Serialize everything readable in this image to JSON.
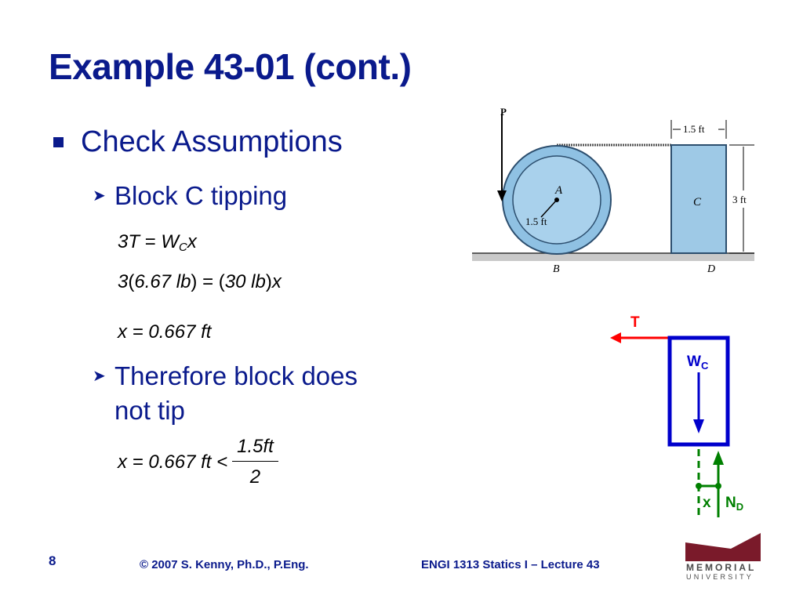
{
  "title": "Example 43-01 (cont.)",
  "bullet1": "Check Assumptions",
  "sub1": "Block C tipping",
  "eq1": {
    "a": "3T",
    "op": "=",
    "w": "W",
    "c": "C",
    "x": "x"
  },
  "eq2": {
    "a": "3",
    "b": "6.67 lb",
    "op": "=",
    "c": "30 lb",
    "x": "x"
  },
  "eq3": "x = 0.667 ft",
  "sub2_line1": "Therefore block does",
  "sub2_line2": "not tip",
  "eq4": {
    "lhs": "x = 0.667 ft <",
    "num": "1.5ft",
    "den": "2"
  },
  "figure1": {
    "P": "P",
    "A": "A",
    "radius": "1.5 ft",
    "width": "1.5 ft",
    "height": "3 ft",
    "C": "C",
    "B": "B",
    "D": "D"
  },
  "figure2": {
    "T": "T",
    "W": "W",
    "Wsub": "C",
    "x": "x",
    "N": "N",
    "Nsub": "D"
  },
  "footer": {
    "page": "8",
    "copyright": "© 2007 S. Kenny, Ph.D., P.Eng.",
    "course": "ENGI 1313 Statics I – Lecture 43"
  },
  "logo": {
    "line1": "MEMORIAL",
    "line2": "UNIVERSITY"
  },
  "colors": {
    "title": "#0a1a8c",
    "block": "#9ec9e6",
    "wheel": "#8fc1e3",
    "tension": "#ff0000",
    "weight": "#0000cc",
    "normal": "#008000"
  }
}
